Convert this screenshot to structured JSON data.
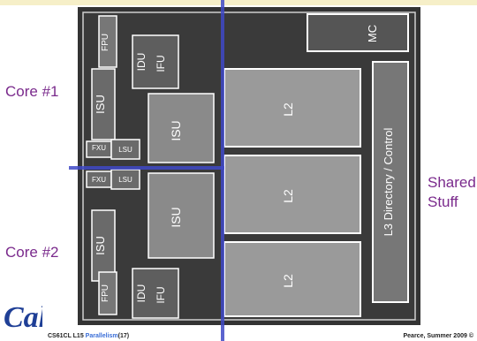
{
  "labels": {
    "core1": "Core #1",
    "core2": "Core #2",
    "shared_line1": "Shared",
    "shared_line2": "Stuff"
  },
  "blocks": {
    "fpu": "FPU",
    "idu": "IDU",
    "ifu": "IFU",
    "isu": "ISU",
    "fxu": "FXU",
    "lsu": "LSU",
    "l2": "L2",
    "mc": "MC",
    "l3": "L3 Directory / Control"
  },
  "footer": {
    "left_prefix": "CS61CL L15 ",
    "left_link": "Parallelism",
    "left_suffix": "(17)",
    "right": "Pearce, Summer 2009 ©"
  },
  "colors": {
    "label": "#7a2a8c",
    "divider": "#3f49c7",
    "link": "#3b6fd8"
  }
}
